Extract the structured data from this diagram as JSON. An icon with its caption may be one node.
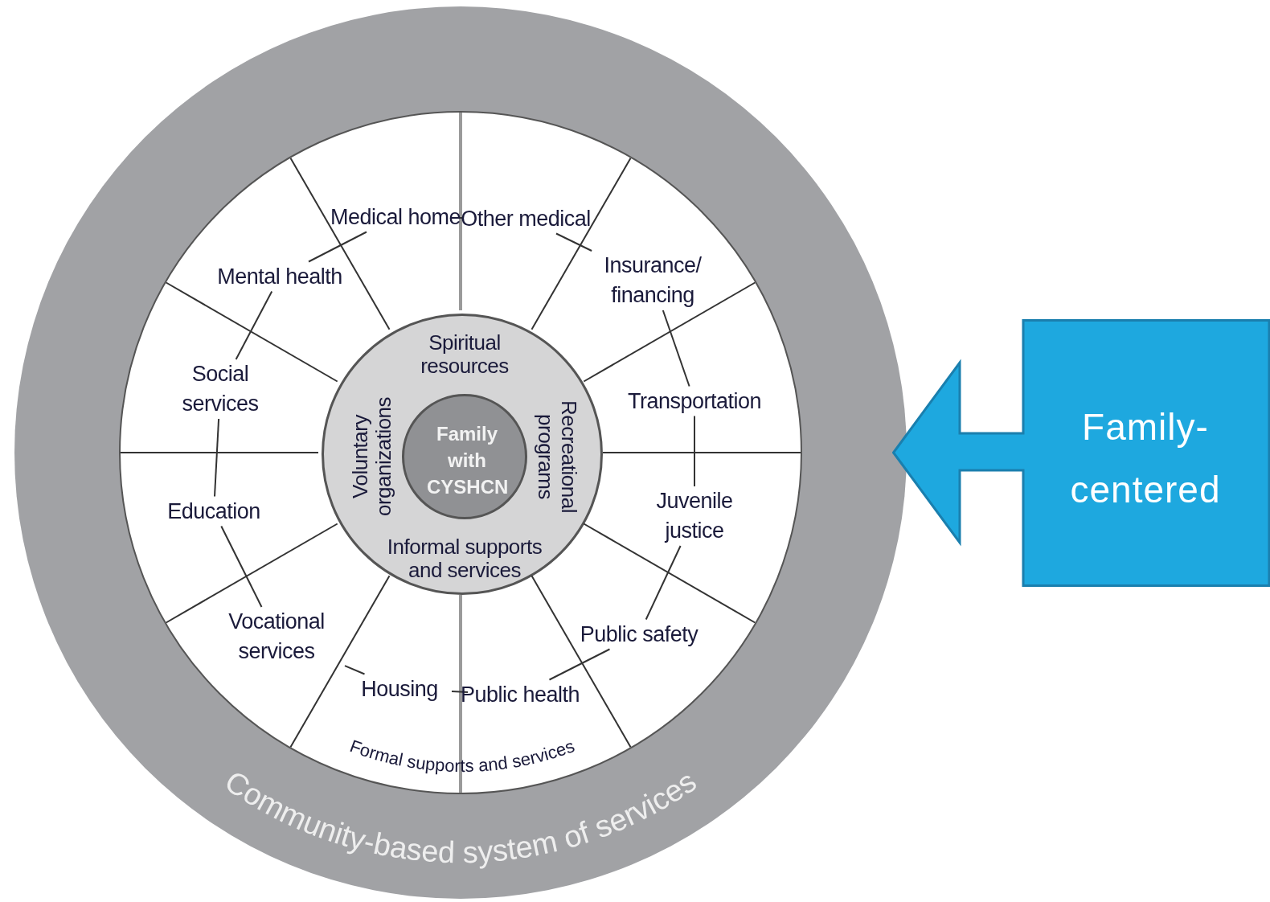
{
  "diagram": {
    "nodes": [
      {
        "text": [
          "Community-based system of services"
        ]
      },
      {
        "text": [
          "Formal supports and services"
        ],
        "in": 0
      },
      {
        "text": [
          "Medical home"
        ],
        "in": 1
      },
      {
        "text": [
          "Other medical"
        ],
        "in": 1
      },
      {
        "text": [
          "Insurance/ financing"
        ],
        "in": 1
      },
      {
        "text": [
          "Transportation"
        ],
        "in": 1
      },
      {
        "text": [
          "Juvenile justice"
        ],
        "in": 1
      },
      {
        "text": [
          "Public safety"
        ],
        "in": 1
      },
      {
        "text": [
          "Public health"
        ],
        "in": 1
      },
      {
        "text": [
          "Housing"
        ],
        "in": 1
      },
      {
        "text": [
          "Vocational services"
        ],
        "in": 1
      },
      {
        "text": [
          "Education"
        ],
        "in": 1
      },
      {
        "text": [
          "Social services"
        ],
        "in": 1
      },
      {
        "text": [
          "Mental health"
        ],
        "in": 1
      },
      {
        "text": [
          "Spiritual resources",
          "Recreational programs",
          "Informal supports and services",
          "Voluntary organizations"
        ],
        "in": 1
      },
      {
        "text": [
          "Family with CYSHCN"
        ],
        "in": 14
      },
      {
        "text": [
          "Family-centered"
        ]
      }
    ],
    "edges": [
      {
        "from": 2,
        "to": 3,
        "arrow": "none"
      },
      {
        "from": 3,
        "to": 4,
        "arrow": "none"
      },
      {
        "from": 4,
        "to": 5,
        "arrow": "none"
      },
      {
        "from": 5,
        "to": 6,
        "arrow": "none"
      },
      {
        "from": 6,
        "to": 7,
        "arrow": "none"
      },
      {
        "from": 7,
        "to": 8,
        "arrow": "none"
      },
      {
        "from": 8,
        "to": 9,
        "arrow": "none"
      },
      {
        "from": 9,
        "to": 10,
        "arrow": "none"
      },
      {
        "from": 10,
        "to": 11,
        "arrow": "none"
      },
      {
        "from": 11,
        "to": 12,
        "arrow": "none"
      },
      {
        "from": 12,
        "to": 13,
        "arrow": "none"
      },
      {
        "from": 13,
        "to": 2,
        "arrow": "none"
      }
    ]
  }
}
